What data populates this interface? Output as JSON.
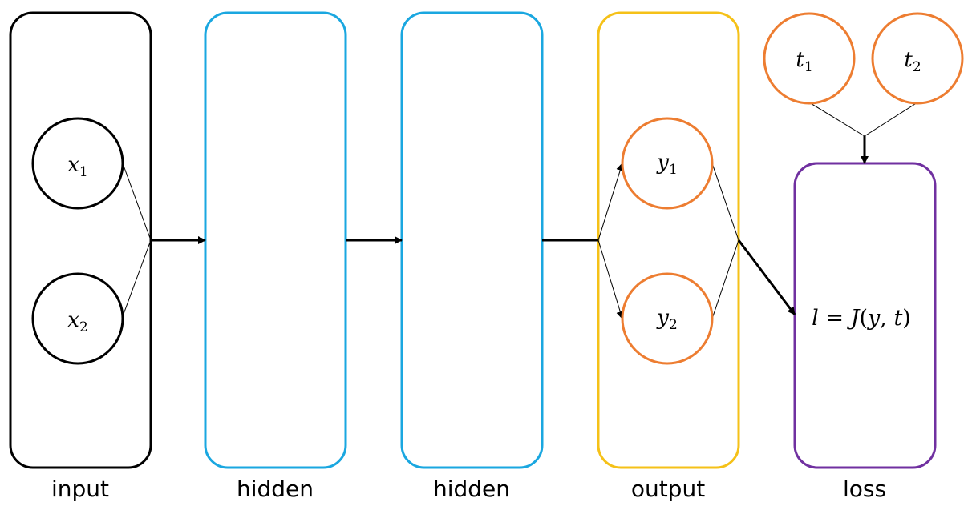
{
  "colors": {
    "input_layer": "#000000",
    "hidden_layer": "#1aa7e0",
    "output_layer": "#f5c118",
    "loss_layer": "#7030a0",
    "node_default": "#000000",
    "node_output": "#ed7d31",
    "node_target": "#ed7d31",
    "connector": "#000000"
  },
  "layers": {
    "input": {
      "label": "input"
    },
    "hidden_1": {
      "label": "hidden"
    },
    "hidden_2": {
      "label": "hidden"
    },
    "output": {
      "label": "output"
    },
    "loss": {
      "label": "loss"
    }
  },
  "nodes": {
    "x1": {
      "symbol": "x",
      "subscript": "1"
    },
    "x2": {
      "symbol": "x",
      "subscript": "2"
    },
    "y1": {
      "symbol": "y",
      "subscript": "1"
    },
    "y2": {
      "symbol": "y",
      "subscript": "2"
    },
    "t1": {
      "symbol": "t",
      "subscript": "1"
    },
    "t2": {
      "symbol": "t",
      "subscript": "2"
    }
  },
  "loss_formula": {
    "lhs": "l",
    "equals": "=",
    "func": "J",
    "open": "(",
    "arg1": "y",
    "comma": ",",
    "arg2": "t",
    "close": ")"
  },
  "icons": {
    "arrowhead": "arrowhead-icon"
  }
}
